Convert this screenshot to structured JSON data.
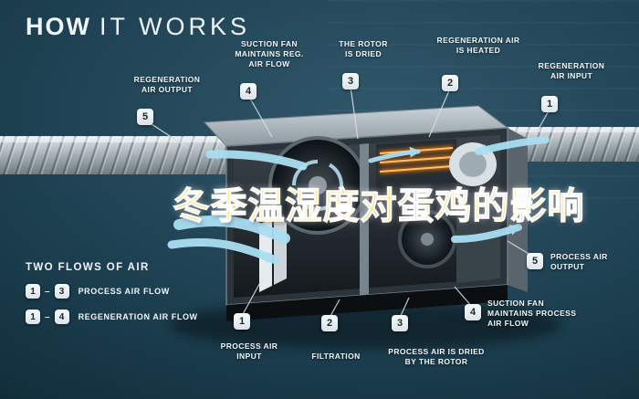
{
  "title": {
    "bold": "HOW",
    "light": "IT WORKS"
  },
  "overlay": {
    "text": "冬季温湿度对蛋鸡的影响"
  },
  "callouts": [
    {
      "num": "5",
      "label": "REGENERATION AIR OUTPUT"
    },
    {
      "num": "4",
      "label": "SUCTION FAN MAINTAINS REG. AIR FLOW"
    },
    {
      "num": "3",
      "label": "THE ROTOR IS DRIED"
    },
    {
      "num": "2",
      "label": "REGENERATION AIR IS HEATED"
    },
    {
      "num": "1",
      "label": "REGENERATION AIR INPUT"
    },
    {
      "num": "5",
      "label": "PROCESS AIR OUTPUT"
    },
    {
      "num": "4",
      "label": "SUCTION FAN MAINTAINS PROCESS AIR FLOW"
    },
    {
      "num": "3",
      "label": "PROCESS AIR IS DRIED BY THE ROTOR"
    },
    {
      "num": "2",
      "label": "FILTRATION"
    },
    {
      "num": "1",
      "label": "PROCESS AIR INPUT"
    }
  ],
  "legend": {
    "title": "TWO FLOWS OF AIR",
    "separator": "–",
    "items": [
      {
        "from": "1",
        "to": "3",
        "label": "PROCESS AIR FLOW"
      },
      {
        "from": "1",
        "to": "4",
        "label": "REGENERATION AIR FLOW"
      }
    ]
  },
  "colors": {
    "background": "#173744",
    "accent_blue": "#a9def2",
    "heater_orange": "#ff7a00",
    "badge_bg": "#eef3f5",
    "badge_text": "#16262e",
    "text": "#f0f5f8",
    "overlay_yellow": "#f8c51d"
  }
}
